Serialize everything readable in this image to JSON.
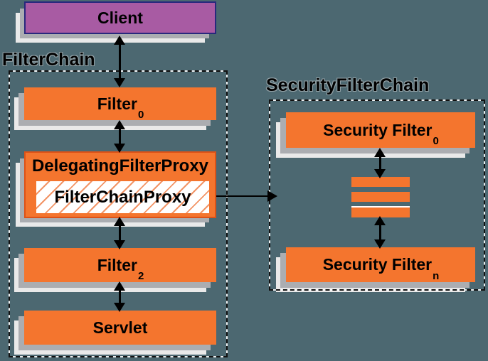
{
  "labels": {
    "filter_chain": "FilterChain",
    "security_filter_chain": "SecurityFilterChain"
  },
  "nodes": {
    "client": {
      "label": "Client"
    },
    "filter0": {
      "base": "Filter",
      "sub": "0"
    },
    "delegating_filter_proxy": {
      "label": "DelegatingFilterProxy"
    },
    "filter_chain_proxy": {
      "label": "FilterChainProxy"
    },
    "filter2": {
      "base": "Filter",
      "sub": "2"
    },
    "servlet": {
      "label": "Servlet"
    },
    "security_filter_0": {
      "base": "Security Filter",
      "sub": "0"
    },
    "security_filter_n": {
      "base": "Security Filter",
      "sub": "n"
    }
  },
  "colors": {
    "background": "#4c6871",
    "box_orange": "#f4752e",
    "box_purple": "#a85ba3",
    "purple_border": "#28287d",
    "orange_border": "#dd5217",
    "hatch_line": "#f29466",
    "shadow_near": "#abadb1",
    "shadow_far": "#e9e9e9",
    "arrow": "#000000",
    "dash": "#111111",
    "label_text": "#000000"
  }
}
